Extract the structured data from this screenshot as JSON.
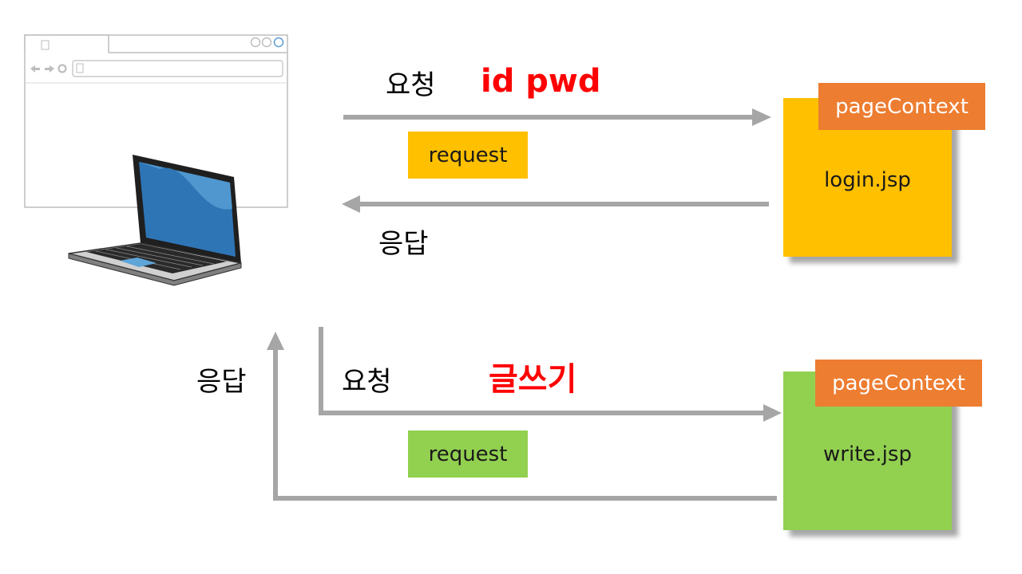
{
  "colors": {
    "arrow": "#a6a6a6",
    "request_top": "#ffc000",
    "request_bottom": "#92d050",
    "page_top": "#ffc000",
    "page_bottom": "#92d050",
    "context_tag": "#ed7d31",
    "highlight": "#ff0000"
  },
  "icons": {
    "browser": "browser-window-icon",
    "laptop": "laptop-icon"
  },
  "top_flow": {
    "request_label": "요청",
    "params_label": "id pwd",
    "request_box": "request",
    "response_label": "응답",
    "page_name": "login.jsp",
    "context_label": "pageContext"
  },
  "bottom_flow": {
    "request_label": "요청",
    "action_label": "글쓰기",
    "request_box": "request",
    "response_label": "응답",
    "page_name": "write.jsp",
    "context_label": "pageContext"
  }
}
